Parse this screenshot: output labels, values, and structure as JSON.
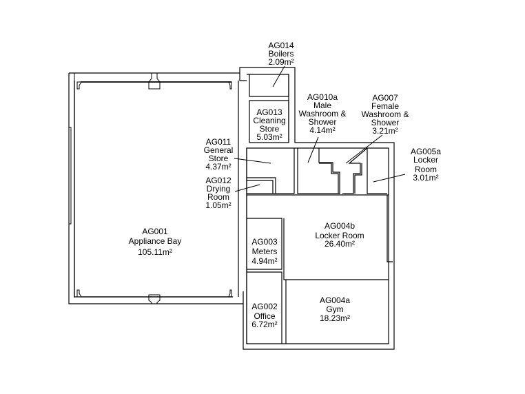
{
  "rooms": {
    "ag014": {
      "code": "AG014",
      "name": "Boilers",
      "area": "2.09m²"
    },
    "ag013": {
      "code": "AG013",
      "name_1": "Cleaning",
      "name_2": "Store",
      "area": "5.03m²"
    },
    "ag010a": {
      "code": "AG010a",
      "name_1": "Male",
      "name_2": "Washroom &",
      "name_3": "Shower",
      "area": "4.14m²"
    },
    "ag007": {
      "code": "AG007",
      "name_1": "Female",
      "name_2": "Washroom &",
      "name_3": "Shower",
      "area": "3.21m²"
    },
    "ag005a": {
      "code": "AG005a",
      "name_1": "Locker",
      "name_2": "Room",
      "area": "3.01m²"
    },
    "ag011": {
      "code": "AG011",
      "name_1": "General",
      "name_2": "Store",
      "area": "4.37m²"
    },
    "ag012": {
      "code": "AG012",
      "name_1": "Drying",
      "name_2": "Room",
      "area": "1.05m²"
    },
    "ag001": {
      "code": "AG001",
      "name": "Appliance Bay",
      "area": "105.11m²"
    },
    "ag004b": {
      "code": "AG004b",
      "name": "Locker Room",
      "area": "26.40m²"
    },
    "ag003": {
      "code": "AG003",
      "name": "Meters",
      "area": "4.94m²"
    },
    "ag002": {
      "code": "AG002",
      "name": "Office",
      "area": "6.72m²"
    },
    "ag004a": {
      "code": "AG004a",
      "name": "Gym",
      "area": "18.23m²"
    }
  }
}
